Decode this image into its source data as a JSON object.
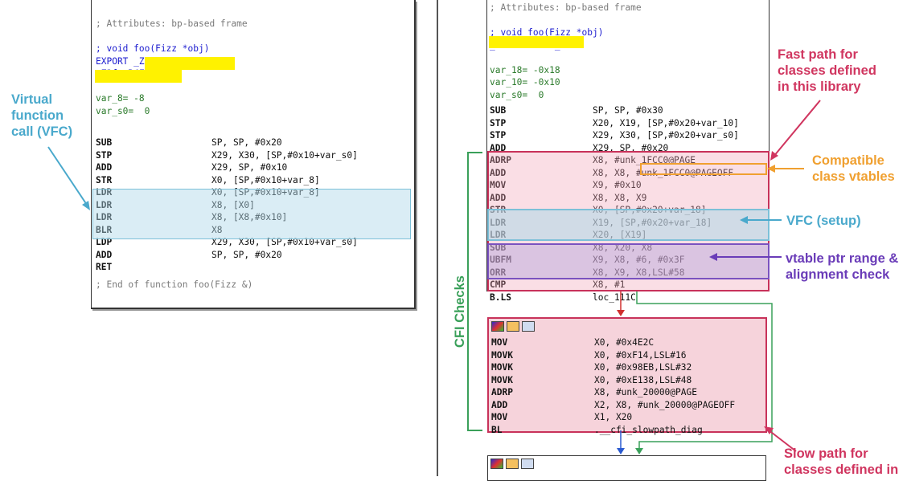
{
  "colors": {
    "blue_ann": "#4aa9cc",
    "red_ann": "#d0355f",
    "orange_ann": "#f0a030",
    "purple_ann": "#6a3cb8",
    "green_ann": "#3aa05a",
    "pink_fill": "#f6d3db",
    "blue_fill": "#d6ecf4",
    "purple_fill": "#ddd6ee"
  },
  "left": {
    "lines": [
      {
        "t": "; Attributes: bp-based frame",
        "c": "comment"
      },
      {
        "t": "",
        "c": "comment"
      },
      {
        "t": "; void foo(Fizz *obj)",
        "c": "blue"
      },
      {
        "t": "EXPORT _Z3fooR4Fizz",
        "c": "blue"
      },
      {
        "t": "_Z3fooR4Fizz",
        "c": "blue"
      },
      {
        "t": "",
        "c": "blue"
      },
      {
        "t": "var_8= -8",
        "c": "green"
      },
      {
        "t": "var_s0=  0",
        "c": "green"
      },
      {
        "t": "",
        "c": "green"
      }
    ],
    "instr": [
      {
        "op": "SUB",
        "args": "SP, SP, #0x20"
      },
      {
        "op": "STP",
        "args": "X29, X30, [SP,#0x10+var_s0]"
      },
      {
        "op": "ADD",
        "args": "X29, SP, #0x10"
      },
      {
        "op": "STR",
        "args": "X0, [SP,#0x10+var_8]"
      },
      {
        "op": "LDR",
        "args": "X0, [SP,#0x10+var_8]"
      },
      {
        "op": "LDR",
        "args": "X8, [X0]"
      },
      {
        "op": "LDR",
        "args": "X8, [X8,#0x10]"
      },
      {
        "op": "BLR",
        "args": "X8"
      },
      {
        "op": "LDP",
        "args": "X29, X30, [SP,#0x10+var_s0]"
      },
      {
        "op": "ADD",
        "args": "SP, SP, #0x20"
      },
      {
        "op": "RET",
        "args": ""
      }
    ],
    "end": "; End of function foo(Fizz &)"
  },
  "right": {
    "head": [
      {
        "t": "; Attributes: bp-based frame",
        "c": "comment"
      },
      {
        "t": "",
        "c": "comment"
      },
      {
        "t": "; void foo(Fizz *obj)",
        "c": "blue"
      },
      {
        "t": "_Z3fooR4Fizz_0",
        "c": "blue"
      },
      {
        "t": "",
        "c": "blue"
      },
      {
        "t": "var_18= -0x18",
        "c": "green"
      },
      {
        "t": "var_10= -0x10",
        "c": "green"
      },
      {
        "t": "var_s0=  0",
        "c": "green"
      },
      {
        "t": "",
        "c": "green"
      }
    ],
    "instr": [
      {
        "op": "SUB",
        "args": "SP, SP, #0x30"
      },
      {
        "op": "STP",
        "args": "X20, X19, [SP,#0x20+var_10]"
      },
      {
        "op": "STP",
        "args": "X29, X30, [SP,#0x20+var_s0]"
      },
      {
        "op": "ADD",
        "args": "X29, SP, #0x20"
      },
      {
        "op": "ADRP",
        "args": "X8, #unk_1FCC0@PAGE"
      },
      {
        "op": "ADD",
        "args": "X8, X8, #unk_1FCC0@PAGEOFF"
      },
      {
        "op": "MOV",
        "args": "X9, #0x10"
      },
      {
        "op": "ADD",
        "args": "X8, X8, X9"
      },
      {
        "op": "STR",
        "args": "X0, [SP,#0x20+var_18]"
      },
      {
        "op": "LDR",
        "args": "X19, [SP,#0x20+var_18]"
      },
      {
        "op": "LDR",
        "args": "X20, [X19]"
      },
      {
        "op": "SUB",
        "args": "X8, X20, X8"
      },
      {
        "op": "UBFM",
        "args": "X9, X8, #6, #0x3F"
      },
      {
        "op": "ORR",
        "args": "X8, X9, X8,LSL#58"
      },
      {
        "op": "CMP",
        "args": "X8, #1"
      },
      {
        "op": "B.LS",
        "args": "loc_111C"
      }
    ],
    "slow": [
      {
        "op": "MOV",
        "args": "X0, #0x4E2C"
      },
      {
        "op": "MOVK",
        "args": "X0, #0xF14,LSL#16"
      },
      {
        "op": "MOVK",
        "args": "X0, #0x98EB,LSL#32"
      },
      {
        "op": "MOVK",
        "args": "X0, #0xE138,LSL#48"
      },
      {
        "op": "ADRP",
        "args": "X8, #unk_20000@PAGE"
      },
      {
        "op": "ADD",
        "args": "X2, X8, #unk_20000@PAGEOFF"
      },
      {
        "op": "MOV",
        "args": "X1, X20"
      },
      {
        "op": "BL",
        "args": ".__cfi_slowpath_diag"
      }
    ]
  },
  "annotations": {
    "vfc": "Virtual function call (VFC)",
    "fast": "Fast path for classes defined in this library",
    "compat": "Compatible class vtables",
    "vfc_setup": "VFC (setup)",
    "vtable": "vtable ptr range & alignment check",
    "cfi": "CFI Checks",
    "slow": "Slow path for classes defined in"
  }
}
